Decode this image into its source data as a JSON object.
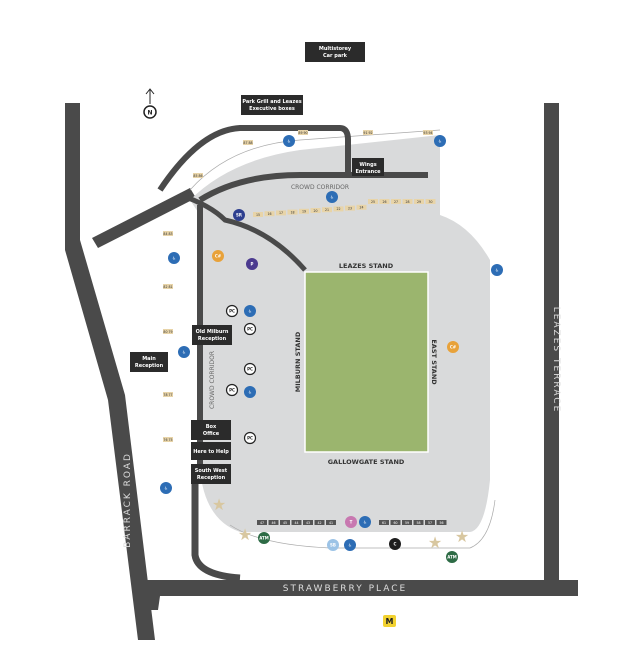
{
  "roads": {
    "barrack": "BARRACK ROAD",
    "leazes": "LEAZES TERRACE",
    "strawberry": "STRAWBERRY PLACE"
  },
  "stands": {
    "leazes": "LEAZES STAND",
    "milburn": "MILBURN STAND",
    "east": "EAST STAND",
    "gallowgate": "GALLOWGATE STAND"
  },
  "corridors": {
    "top": "CROWD CORRIDOR",
    "left": "CROWD CORRIDOR"
  },
  "boxes": {
    "multistorey": [
      "Multistorey",
      "Car park"
    ],
    "park_grill": [
      "Park Grill and Leazes",
      "Executive boxes"
    ],
    "wings": [
      "Wings",
      "Entrance"
    ],
    "old_milburn": [
      "Old Milburn",
      "Reception"
    ],
    "main_reception": [
      "Main",
      "Reception"
    ],
    "box_office": [
      "Box",
      "Office"
    ],
    "here_to_help": "Here to Help",
    "south_west": [
      "South West",
      "Reception"
    ]
  },
  "compass": "N",
  "markers": {
    "sr": "SR",
    "p": "P",
    "pc": "PC",
    "t": "T",
    "sb": "SB",
    "c": "C",
    "m": "M",
    "atm": "ATM",
    "cafe": "C#"
  },
  "gates": [
    "87 88",
    "89 90",
    "91 92",
    "93 94",
    "85 86",
    "84 83",
    "82 81",
    "80 79",
    "78 77",
    "76 75"
  ],
  "blocks_top": [
    "15",
    "16",
    "17",
    "18",
    "19",
    "20",
    "21",
    "22",
    "23",
    "24",
    "25",
    "26",
    "27",
    "28",
    "29",
    "30"
  ],
  "blocks_bottom": [
    "47",
    "46",
    "45",
    "44",
    "43",
    "42",
    "41",
    "T",
    "61",
    "60",
    "59",
    "58",
    "57",
    "56"
  ],
  "colors": {
    "pitch": "#9bb56e",
    "concourse": "#d9dadb",
    "road": "#4a4a4a",
    "accessible": "#2d6db5",
    "block": "#e8d4a8"
  }
}
